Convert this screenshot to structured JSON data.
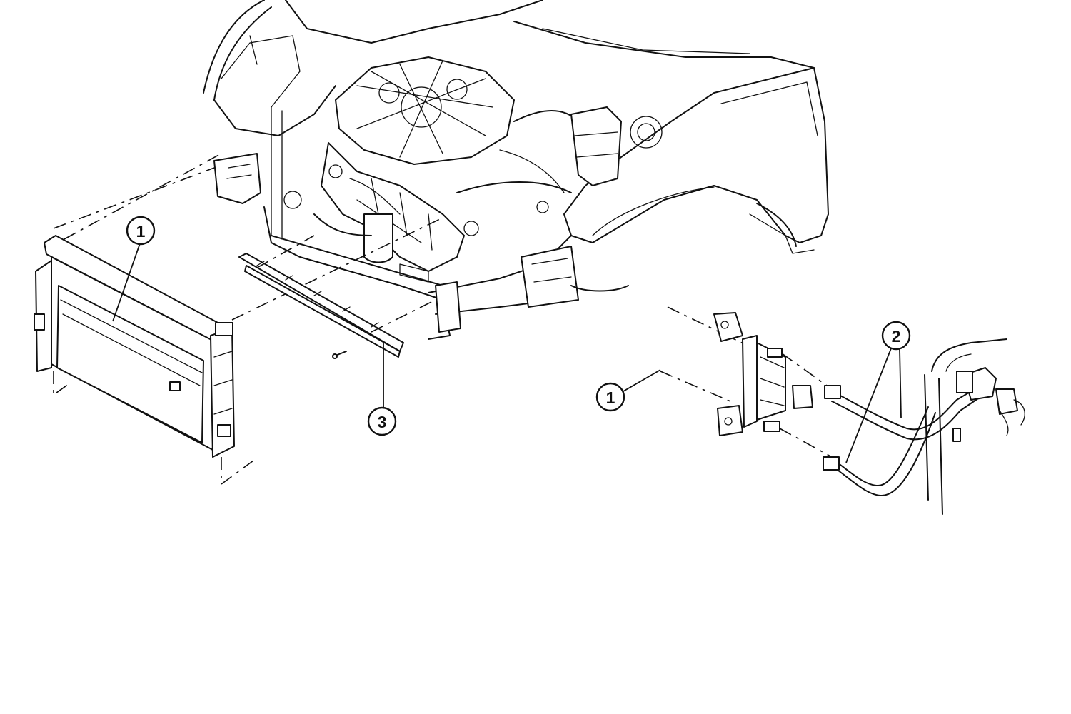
{
  "diagram": {
    "style": "exploded parts line drawing, black on white",
    "background_color": "#ffffff",
    "line_color": "#111111"
  },
  "callouts": [
    {
      "id": "callout-1-radiator",
      "label": "1"
    },
    {
      "id": "callout-3-shield",
      "label": "3"
    },
    {
      "id": "callout-1-cooler",
      "label": "1"
    },
    {
      "id": "callout-2-lines",
      "label": "2"
    }
  ]
}
